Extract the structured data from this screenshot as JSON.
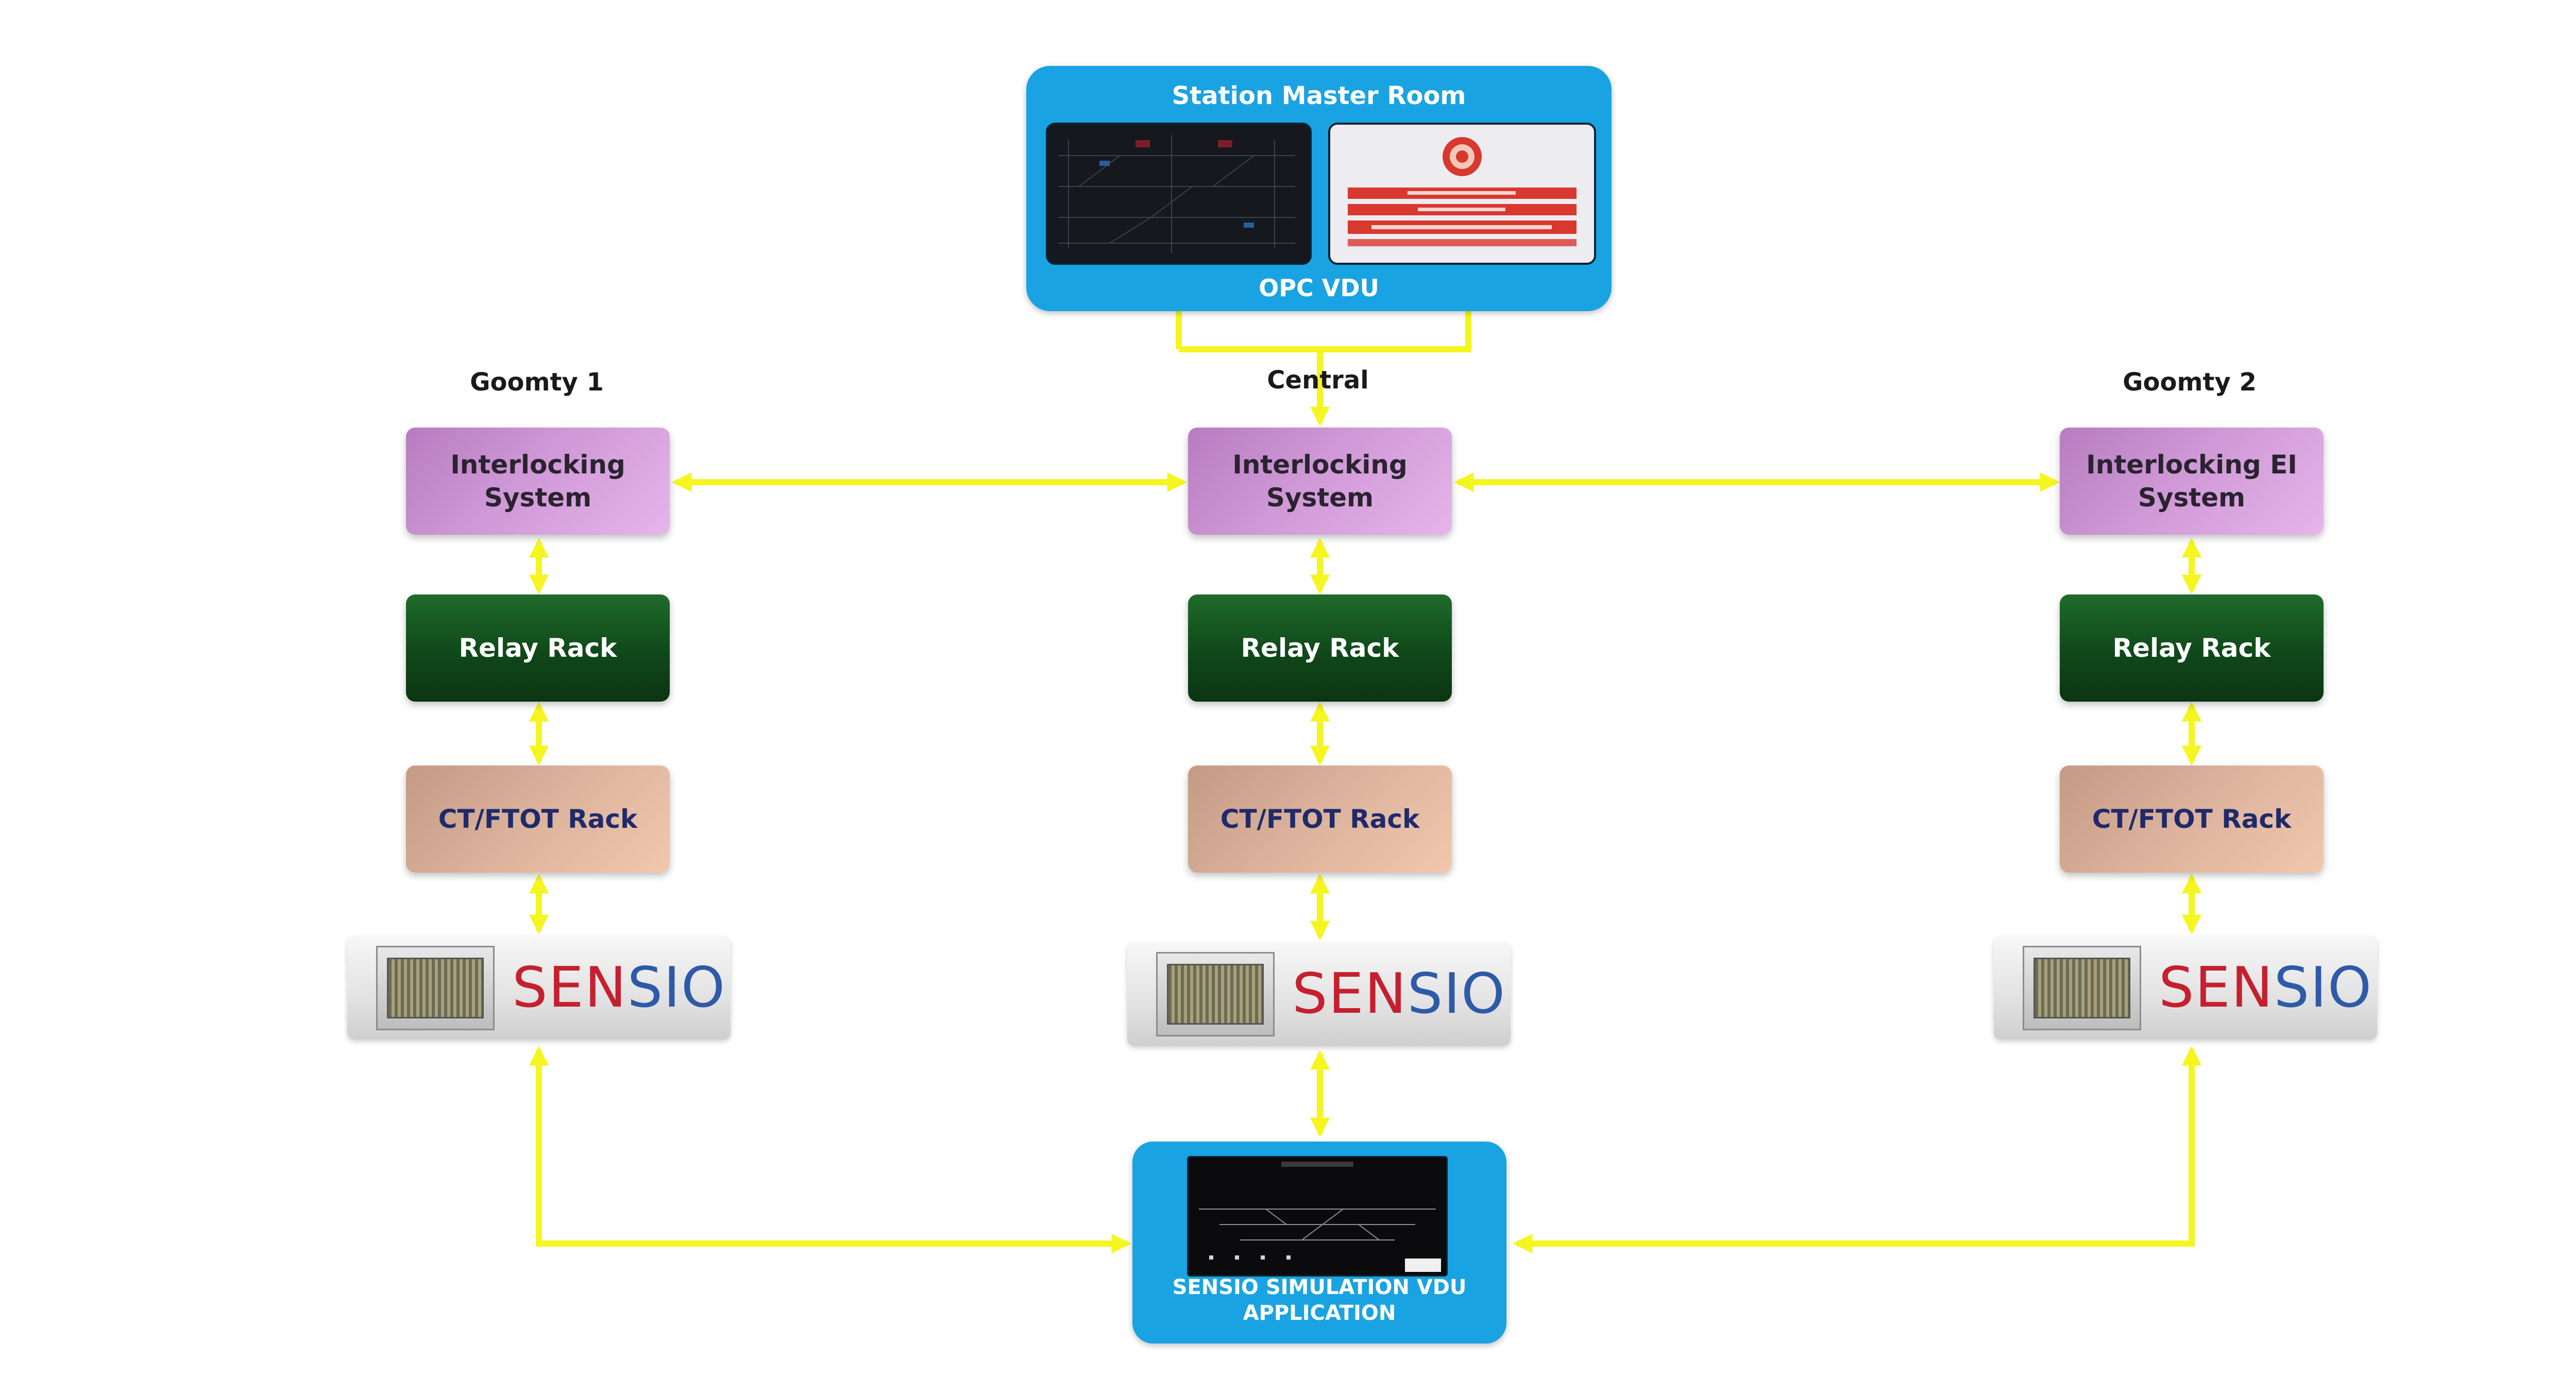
{
  "station_master_room": {
    "title": "Station Master Room",
    "caption": "OPC VDU"
  },
  "columns": {
    "left": {
      "title": "Goomty 1",
      "interlocking": "Interlocking System",
      "relay": "Relay Rack",
      "ctftot": "CT/FTOT Rack"
    },
    "center": {
      "title": "Central",
      "interlocking": "Interlocking System",
      "relay": "Relay Rack",
      "ctftot": "CT/FTOT Rack"
    },
    "right": {
      "title": "Goomty 2",
      "interlocking": "Interlocking EI System",
      "relay": "Relay Rack",
      "ctftot": "CT/FTOT Rack"
    }
  },
  "sensio": {
    "part1": "SEN",
    "part2": "SIO"
  },
  "simulation": {
    "caption_line1": "SENSIO SIMULATION VDU",
    "caption_line2": "APPLICATION"
  },
  "colors": {
    "connector": "#f5f520",
    "panel_blue": "#1aa3e2",
    "sensio_red": "#c5202f",
    "sensio_blue": "#2e5aa8"
  }
}
